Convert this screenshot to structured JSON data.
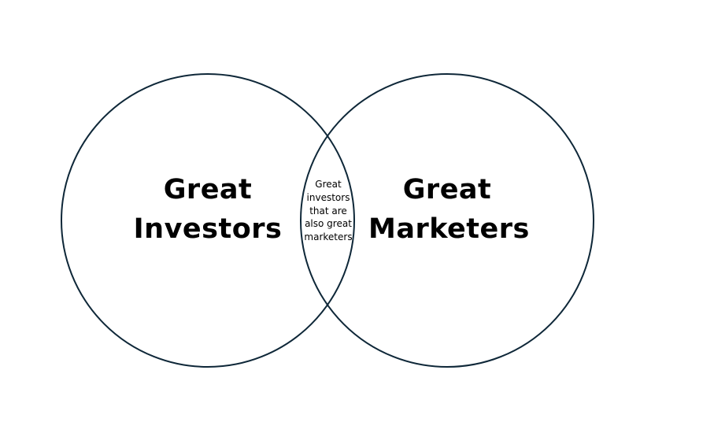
{
  "colors": {
    "background": "#ffffff",
    "circle_stroke": "#0e2738",
    "text": "#000000"
  },
  "venn": {
    "left_set": {
      "label_lines": [
        "Great",
        "Investors"
      ]
    },
    "right_set": {
      "label_lines": [
        "Great",
        "Marketers"
      ]
    },
    "intersection": {
      "label_lines": [
        "Great",
        "investors",
        "that are",
        "also great",
        "marketers"
      ]
    }
  }
}
